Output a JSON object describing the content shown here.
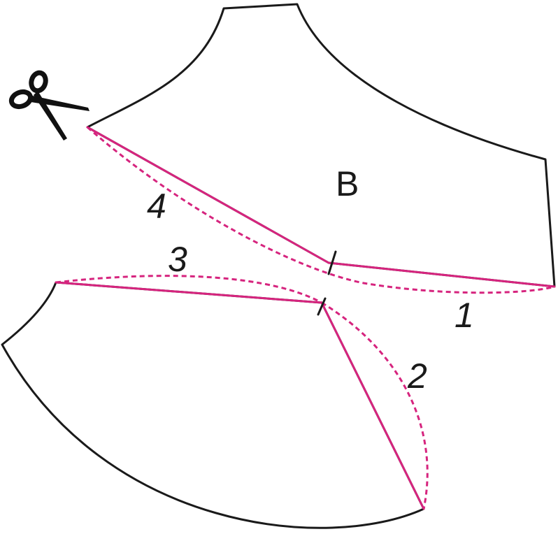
{
  "diagram": {
    "piece_label": "B",
    "seam_labels": {
      "one": "1",
      "two": "2",
      "three": "3",
      "four": "4"
    },
    "icons": {
      "scissors": "scissors-icon"
    },
    "colors": {
      "outline": "#1a1a1a",
      "seam": "#d6247e"
    }
  }
}
